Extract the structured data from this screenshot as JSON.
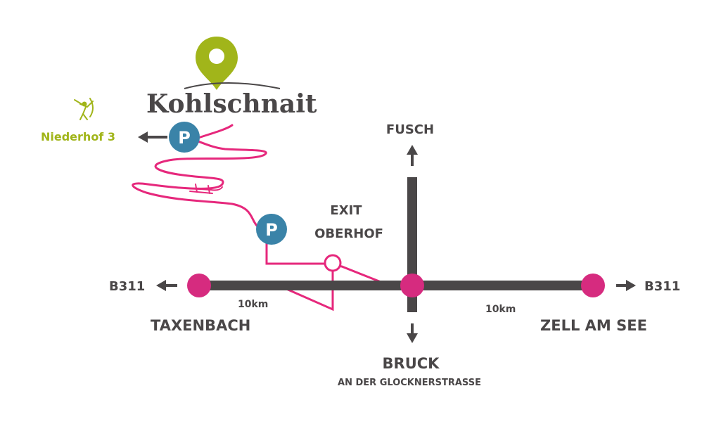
{
  "colors": {
    "road": "#4a4748",
    "accent_pink": "#e6287c",
    "parking_blue": "#3a83a8",
    "green": "#a1b51a",
    "node_pink": "#d62b7f"
  },
  "logo": {
    "name": "Kohlschnait",
    "icon": "location-pin-icon"
  },
  "parking": {
    "upper_label": "P",
    "lower_label": "P",
    "icon": "parking-icon"
  },
  "niederhof": {
    "label": "Niederhof 3",
    "icon": "archer-icon"
  },
  "destinations": {
    "north": "FUSCH",
    "south_title": "BRUCK",
    "south_subtitle": "AN DER GLOCKNERSTRASSE",
    "west_town": "TAXENBACH",
    "east_town": "ZELL AM SEE",
    "west_road": "B311",
    "east_road": "B311"
  },
  "exit": {
    "line1": "EXIT",
    "line2": "OBERHOF"
  },
  "distances": {
    "west": "10km",
    "east": "10km"
  }
}
